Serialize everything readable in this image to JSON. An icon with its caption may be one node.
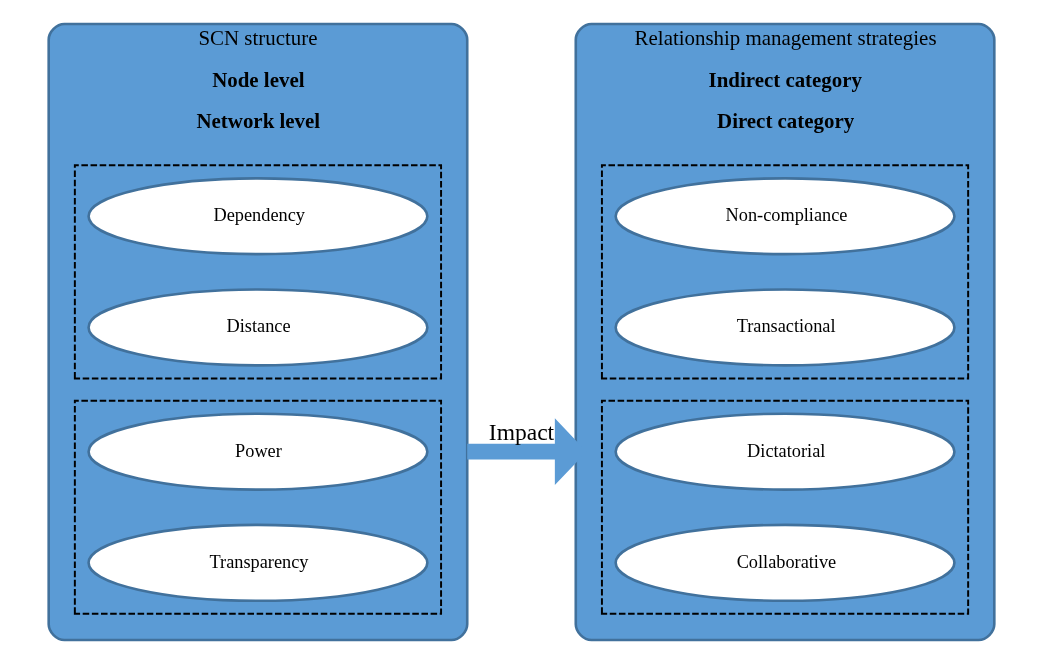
{
  "diagram": {
    "nodes": [
      {
        "text": [
          "SCN structure",
          "Node level",
          "Network level"
        ]
      },
      {
        "text": [],
        "shape": "box",
        "in": 0
      },
      {
        "text": [
          "Dependency"
        ],
        "in": 1
      },
      {
        "text": [
          "Distance"
        ],
        "in": 1
      },
      {
        "text": [],
        "shape": "box",
        "in": 0
      },
      {
        "text": [
          "Power"
        ],
        "in": 4
      },
      {
        "text": [
          "Transparency"
        ],
        "in": 4
      },
      {
        "text": [
          "Relationship management strategies",
          "Indirect category",
          "Direct category"
        ]
      },
      {
        "text": [],
        "shape": "box",
        "in": 7
      },
      {
        "text": [
          "Non-compliance"
        ],
        "in": 8
      },
      {
        "text": [
          "Transactional"
        ],
        "in": 8
      },
      {
        "text": [],
        "shape": "box",
        "in": 7
      },
      {
        "text": [
          "Dictatorial"
        ],
        "in": 11
      },
      {
        "text": [
          "Collaborative"
        ],
        "in": 11
      }
    ],
    "edges": [
      {
        "from": 0,
        "to": 7,
        "label": "Impact",
        "arrow": "to",
        "color": "#5b9bd5"
      }
    ]
  }
}
